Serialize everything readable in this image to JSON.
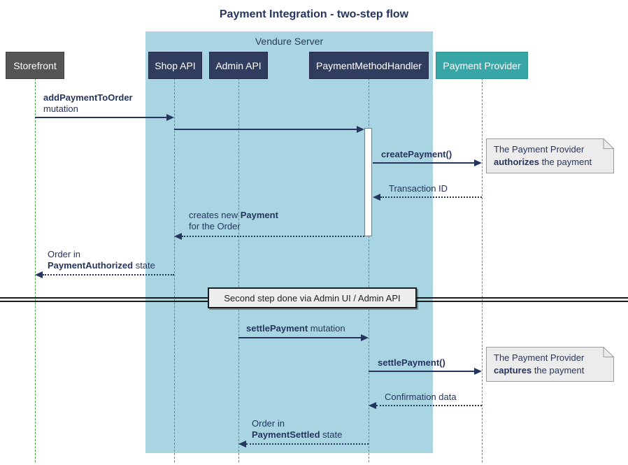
{
  "title": "Payment Integration - two-step flow",
  "server_box": {
    "label": "Vendure Server"
  },
  "participants": {
    "storefront": "Storefront",
    "shop_api": "Shop API",
    "admin_api": "Admin API",
    "payment_method_handler": "PaymentMethodHandler",
    "payment_provider": "Payment Provider"
  },
  "messages": {
    "add_payment": {
      "bold": "addPaymentToOrder",
      "line2": "mutation"
    },
    "create_payment": {
      "bold": "createPayment()"
    },
    "transaction_id": {
      "text": "Transaction ID"
    },
    "creates_payment": {
      "pre": "creates new ",
      "bold": "Payment",
      "line2": "for the Order"
    },
    "order_authorized": {
      "line1": "Order in",
      "bold": "PaymentAuthorized",
      "rest": " state"
    },
    "settle_mutation": {
      "bold": "settlePayment",
      "rest": " mutation"
    },
    "settle_payment": {
      "bold": "settlePayment()"
    },
    "confirmation": {
      "text": "Confirmation data"
    },
    "order_settled": {
      "line1": "Order in",
      "bold": "PaymentSettled",
      "rest": " state"
    }
  },
  "notes": {
    "authorize": {
      "line1": "The Payment Provider",
      "bold": "authorizes",
      "rest": " the payment"
    },
    "capture": {
      "line1": "The Payment Provider",
      "bold": "captures",
      "rest": " the payment"
    }
  },
  "divider": {
    "label": "Second step done via Admin UI / Admin API"
  },
  "colors": {
    "server_background": "#A9D5E3",
    "participant_navy": "#313D5F",
    "storefront_gray": "#555555",
    "provider_teal": "#38A6A6",
    "lifeline_green": "#46A346",
    "arrow_text_navy": "#26355E",
    "note_background": "#ECECEC",
    "note_border": "#9B9B9B",
    "divider_line": "#1B1B1B"
  }
}
